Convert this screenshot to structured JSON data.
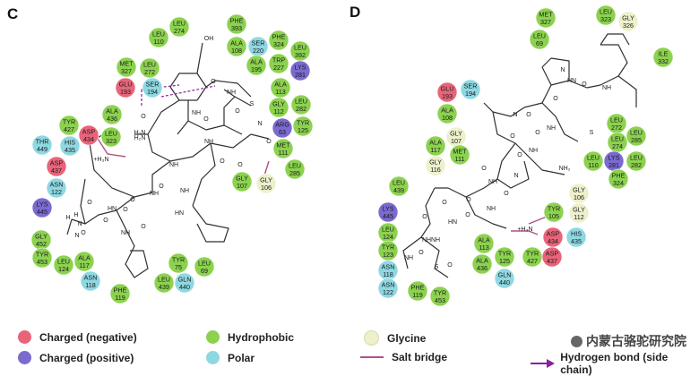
{
  "colors": {
    "negative": "#e8647a",
    "positive": "#7b6ad0",
    "hydrophobic": "#8cd24f",
    "polar": "#8ed8e2",
    "glycine": "#eef0cc",
    "saltbridge": "#b0508a",
    "hbond": "#8a1fa0",
    "bond": "#303030"
  },
  "panelC": {
    "label": "C",
    "residues": [
      {
        "l1": "LEU",
        "l2": "110",
        "t": "hydrophobic"
      },
      {
        "l1": "LEU",
        "l2": "274",
        "t": "hydrophobic"
      },
      {
        "l1": "PHE",
        "l2": "393",
        "t": "hydrophobic"
      },
      {
        "l1": "ALA",
        "l2": "108",
        "t": "hydrophobic"
      },
      {
        "l1": "SER",
        "l2": "220",
        "t": "polar"
      },
      {
        "l1": "PHE",
        "l2": "324",
        "t": "hydrophobic"
      },
      {
        "l1": "LEU",
        "l2": "392",
        "t": "hydrophobic"
      },
      {
        "l1": "TRP",
        "l2": "227",
        "t": "hydrophobic"
      },
      {
        "l1": "ALA",
        "l2": "195",
        "t": "hydrophobic"
      },
      {
        "l1": "LYS",
        "l2": "281",
        "t": "positive"
      },
      {
        "l1": "MET",
        "l2": "327",
        "t": "hydrophobic"
      },
      {
        "l1": "LEU",
        "l2": "272",
        "t": "hydrophobic"
      },
      {
        "l1": "GLU",
        "l2": "193",
        "t": "negative"
      },
      {
        "l1": "SER",
        "l2": "194",
        "t": "polar"
      },
      {
        "l1": "ALA",
        "l2": "113",
        "t": "hydrophobic"
      },
      {
        "l1": "GLY",
        "l2": "112",
        "t": "hydrophobic"
      },
      {
        "l1": "LEU",
        "l2": "282",
        "t": "hydrophobic"
      },
      {
        "l1": "ARG",
        "l2": "63",
        "t": "positive"
      },
      {
        "l1": "TYR",
        "l2": "125",
        "t": "hydrophobic"
      },
      {
        "l1": "ALA",
        "l2": "436",
        "t": "hydrophobic"
      },
      {
        "l1": "TYR",
        "l2": "427",
        "t": "hydrophobic"
      },
      {
        "l1": "ASP",
        "l2": "434",
        "t": "negative"
      },
      {
        "l1": "LEU",
        "l2": "323",
        "t": "hydrophobic"
      },
      {
        "l1": "HIS",
        "l2": "435",
        "t": "polar"
      },
      {
        "l1": "THR",
        "l2": "449",
        "t": "polar"
      },
      {
        "l1": "MET",
        "l2": "111",
        "t": "hydrophobic"
      },
      {
        "l1": "LEU",
        "l2": "285",
        "t": "hydrophobic"
      },
      {
        "l1": "ASP",
        "l2": "437",
        "t": "negative"
      },
      {
        "l1": "GLY",
        "l2": "106",
        "t": "glycine"
      },
      {
        "l1": "GLY",
        "l2": "107",
        "t": "hydrophobic"
      },
      {
        "l1": "ASN",
        "l2": "122",
        "t": "polar"
      },
      {
        "l1": "LYS",
        "l2": "445",
        "t": "positive"
      },
      {
        "l1": "GLY",
        "l2": "452",
        "t": "hydrophobic"
      },
      {
        "l1": "TYR",
        "l2": "453",
        "t": "hydrophobic"
      },
      {
        "l1": "LEU",
        "l2": "124",
        "t": "hydrophobic"
      },
      {
        "l1": "ALA",
        "l2": "117",
        "t": "hydrophobic"
      },
      {
        "l1": "ASN",
        "l2": "118",
        "t": "polar"
      },
      {
        "l1": "PHE",
        "l2": "119",
        "t": "hydrophobic"
      },
      {
        "l1": "TYR",
        "l2": "75",
        "t": "hydrophobic"
      },
      {
        "l1": "LEU",
        "l2": "69",
        "t": "hydrophobic"
      },
      {
        "l1": "LEU",
        "l2": "439",
        "t": "hydrophobic"
      },
      {
        "l1": "GLN",
        "l2": "440",
        "t": "polar"
      }
    ],
    "atoms": [
      "OH",
      "O",
      "NH",
      "H₂N",
      "O",
      "NH",
      "NH",
      "O",
      "O",
      "O",
      "H₂N",
      "O",
      "NH",
      "O",
      "NH",
      "O",
      "HN",
      "O",
      "N",
      "NH",
      "O",
      "HN",
      "O",
      "S",
      "O",
      "H",
      "N",
      "O",
      "H",
      "N",
      "O",
      "NH",
      "+H₃N"
    ]
  },
  "panelD": {
    "label": "D",
    "residues": [
      {
        "l1": "MET",
        "l2": "327",
        "t": "hydrophobic"
      },
      {
        "l1": "LEU",
        "l2": "323",
        "t": "hydrophobic"
      },
      {
        "l1": "GLY",
        "l2": "326",
        "t": "glycine"
      },
      {
        "l1": "LEU",
        "l2": "69",
        "t": "hydrophobic"
      },
      {
        "l1": "ILE",
        "l2": "332",
        "t": "hydrophobic"
      },
      {
        "l1": "GLU",
        "l2": "193",
        "t": "negative"
      },
      {
        "l1": "SER",
        "l2": "194",
        "t": "polar"
      },
      {
        "l1": "ALA",
        "l2": "108",
        "t": "hydrophobic"
      },
      {
        "l1": "LEU",
        "l2": "272",
        "t": "hydrophobic"
      },
      {
        "l1": "LEU",
        "l2": "285",
        "t": "hydrophobic"
      },
      {
        "l1": "GLY",
        "l2": "107",
        "t": "glycine"
      },
      {
        "l1": "LEU",
        "l2": "274",
        "t": "hydrophobic"
      },
      {
        "l1": "ALA",
        "l2": "117",
        "t": "hydrophobic"
      },
      {
        "l1": "GLY",
        "l2": "116",
        "t": "glycine"
      },
      {
        "l1": "MET",
        "l2": "111",
        "t": "hydrophobic"
      },
      {
        "l1": "LEU",
        "l2": "110",
        "t": "hydrophobic"
      },
      {
        "l1": "LYS",
        "l2": "281",
        "t": "positive"
      },
      {
        "l1": "LEU",
        "l2": "282",
        "t": "hydrophobic"
      },
      {
        "l1": "PHE",
        "l2": "324",
        "t": "hydrophobic"
      },
      {
        "l1": "LEU",
        "l2": "439",
        "t": "hydrophobic"
      },
      {
        "l1": "GLY",
        "l2": "106",
        "t": "glycine"
      },
      {
        "l1": "GLY",
        "l2": "112",
        "t": "glycine"
      },
      {
        "l1": "LYS",
        "l2": "445",
        "t": "positive"
      },
      {
        "l1": "TYR",
        "l2": "105",
        "t": "hydrophobic"
      },
      {
        "l1": "LEU",
        "l2": "124",
        "t": "hydrophobic"
      },
      {
        "l1": "ASP",
        "l2": "434",
        "t": "negative"
      },
      {
        "l1": "HIS",
        "l2": "435",
        "t": "polar"
      },
      {
        "l1": "TYR",
        "l2": "123",
        "t": "hydrophobic"
      },
      {
        "l1": "ALA",
        "l2": "113",
        "t": "hydrophobic"
      },
      {
        "l1": "TYR",
        "l2": "125",
        "t": "hydrophobic"
      },
      {
        "l1": "TYR",
        "l2": "427",
        "t": "hydrophobic"
      },
      {
        "l1": "ASP",
        "l2": "437",
        "t": "negative"
      },
      {
        "l1": "ASN",
        "l2": "118",
        "t": "polar"
      },
      {
        "l1": "ALA",
        "l2": "436",
        "t": "hydrophobic"
      },
      {
        "l1": "GLN",
        "l2": "440",
        "t": "polar"
      },
      {
        "l1": "ASN",
        "l2": "122",
        "t": "polar"
      },
      {
        "l1": "PHE",
        "l2": "119",
        "t": "hydrophobic"
      },
      {
        "l1": "TYR",
        "l2": "453",
        "t": "hydrophobic"
      }
    ],
    "atoms": [
      "HN",
      "O",
      "NH",
      "O",
      "N",
      "O",
      "N",
      "O",
      "NH",
      "O",
      "O",
      "NH",
      "NH₂",
      "O",
      "NH",
      "O",
      "S",
      "N",
      "O",
      "NH",
      "O",
      "HN",
      "O",
      "O",
      "NH",
      "O",
      "NH",
      "O",
      "+H₃N",
      "NH",
      "S"
    ]
  },
  "legend": {
    "charged_negative": "Charged (negative)",
    "charged_positive": "Charged (positive)",
    "hydrophobic": "Hydrophobic",
    "polar": "Polar",
    "glycine": "Glycine",
    "salt_bridge": "Salt bridge",
    "hbond_side": "Hydrogen bond (side chain)"
  },
  "watermark": "内蒙古骆驼研究院"
}
